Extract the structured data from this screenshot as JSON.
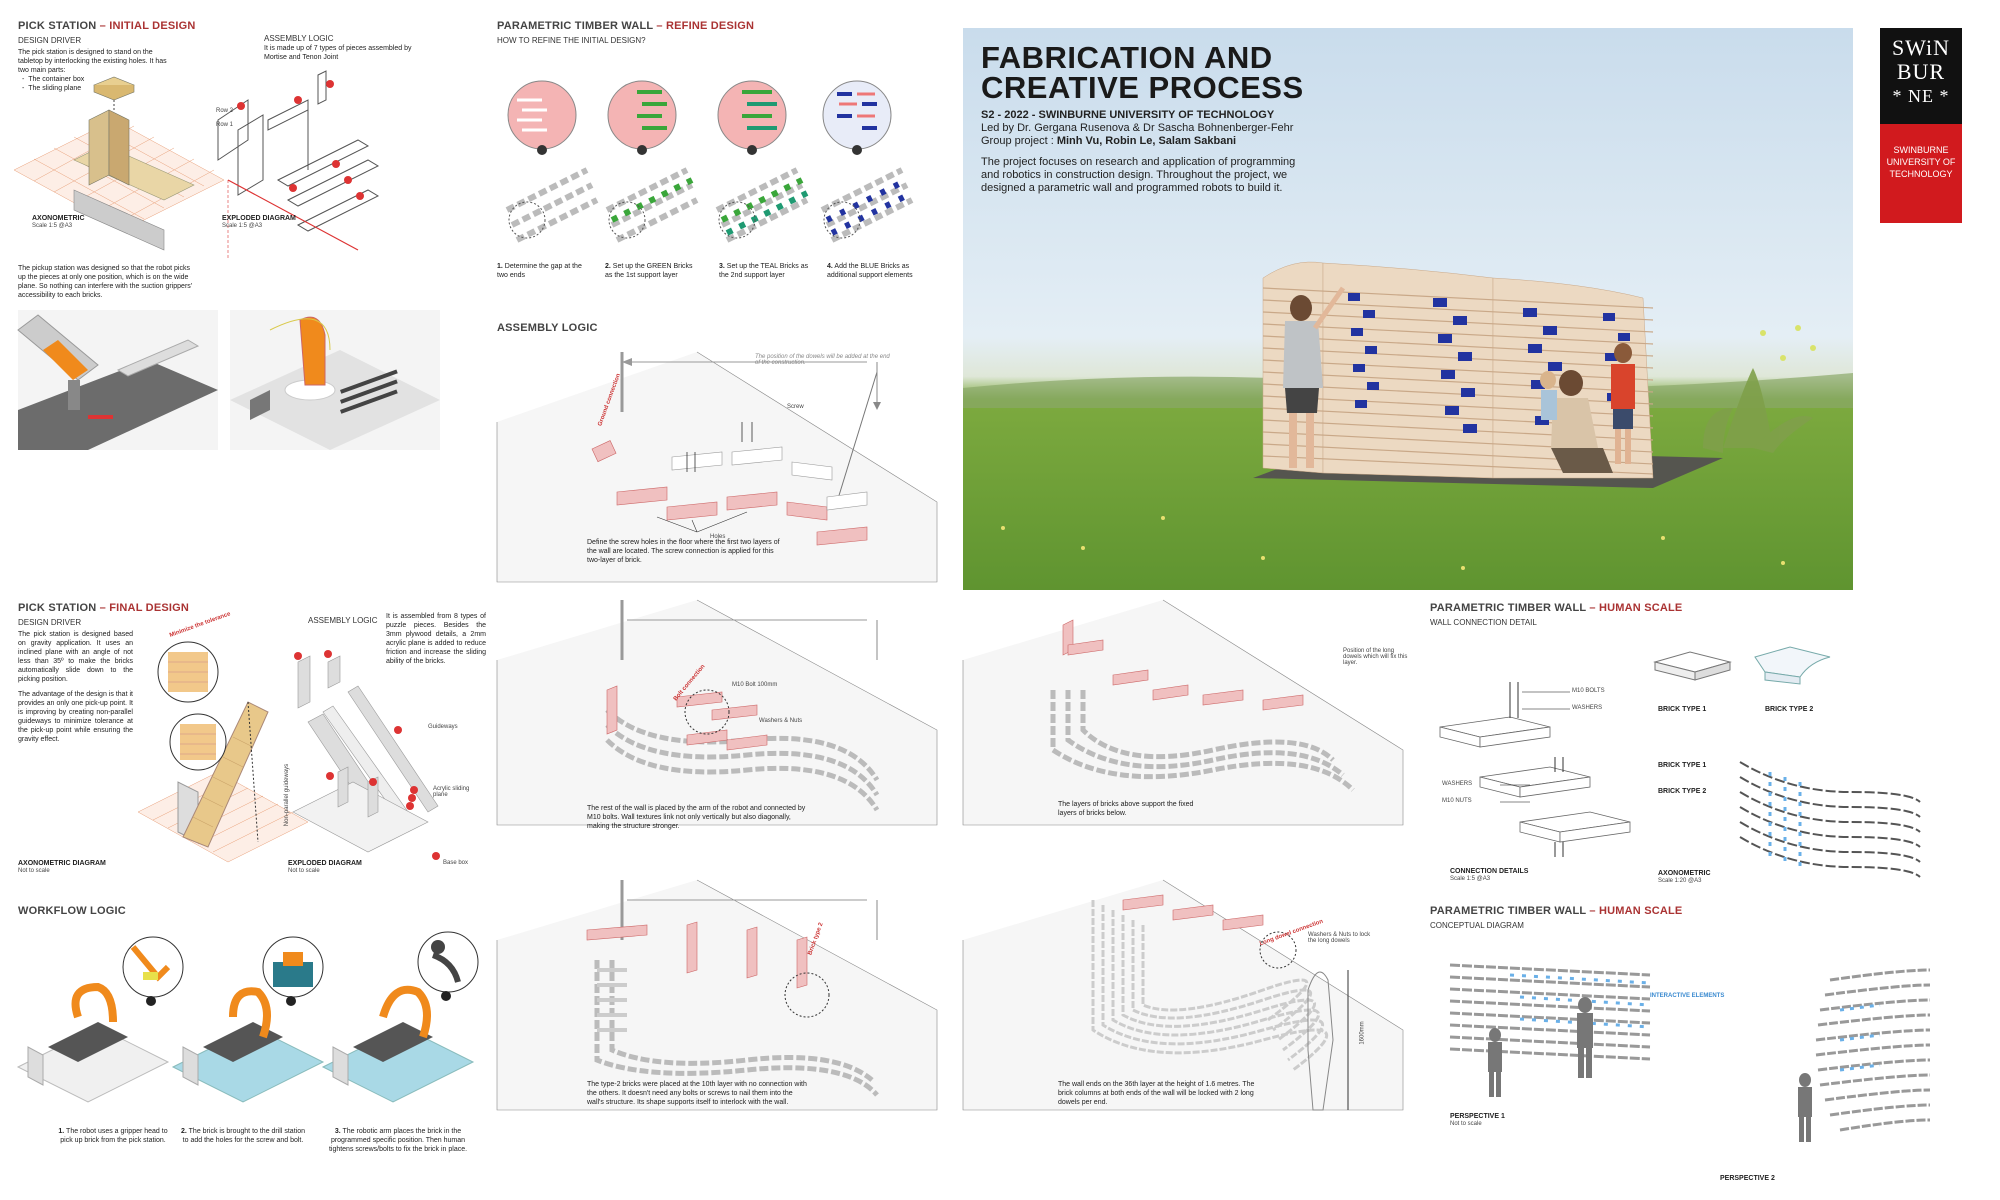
{
  "pick_initial": {
    "title": "PICK STATION",
    "title_accent": "– INITIAL DESIGN",
    "driver_label": "DESIGN DRIVER",
    "driver_text": "The pick station is designed to stand on the tabletop by interlocking the existing holes. It has two main parts:",
    "part1": "The container box",
    "part2": "The sliding plane",
    "assembly_label": "ASSEMBLY LOGIC",
    "assembly_text": "It is made up of 7 types of pieces assembled by Mortise and Tenon Joint",
    "row2": "Row 2",
    "row1": "Row 1",
    "axo_label": "AXONOMETRIC",
    "axo_scale": "Scale 1:5 @A3",
    "exploded_label": "EXPLODED DIAGRAM",
    "exploded_scale": "Scale 1:5 @A3",
    "pickup_text": "The pickup station was designed so that the robot picks up the pieces at only one position, which is on the wide plane. So nothing can interfere with the suction grippers' accessibility to each bricks."
  },
  "refine": {
    "title": "PARAMETRIC TIMBER WALL",
    "title_accent": "– REFINE DESIGN",
    "question": "HOW TO REFINE THE INITIAL DESIGN?",
    "steps": [
      {
        "num": "1.",
        "text": "Determine the gap at the two ends"
      },
      {
        "num": "2.",
        "text": "Set up the GREEN Bricks as the 1st support layer"
      },
      {
        "num": "3.",
        "text": "Set up the TEAL Bricks as the 2nd support layer"
      },
      {
        "num": "4.",
        "text": "Add the BLUE Bricks as additional support elements"
      }
    ]
  },
  "assembly": {
    "title": "ASSEMBLY LOGIC",
    "note": "The position of the dowels will be added at the end of the construction.",
    "ground_conn": "Ground connection",
    "screw": "Screw",
    "holes": "Holes",
    "caption": "Define the screw holes in the floor where the first two layers of the wall are located. The screw connection is applied for this two-layer of brick.",
    "caption2": "The rest of the wall is placed by the arm of the robot and connected by M10 bolts. Wall textures link not only vertically but also diagonally, making the structure stronger.",
    "m10": "M10 Bolt 100mm",
    "washers": "Washers & Nuts",
    "bolt_conn": "Bolt connection",
    "caption3": "The type-2 bricks were placed at the 10th layer with no connection with the others. It doesn't need any bolts or screws to nail them into the wall's structure. Its shape supports itself to interlock with the wall.",
    "brick_type2": "Brick type 2",
    "caption4": "The layers of bricks above support the fixed layers of bricks below.",
    "dowel_pos": "Position of the long dowels which will fix this layer.",
    "caption5": "The wall ends on the 36th layer at the height of 1.6 metres. The brick columns at both ends of the wall will be locked with 2 long dowels per end.",
    "long_dowel": "Long dowel connection",
    "washers_lock": "Washers & Nuts to lock the long dowels",
    "height": "1600mm"
  },
  "hero": {
    "title1": "FABRICATION AND",
    "title2": "CREATIVE PROCESS",
    "line1": "S2 - 2022 - SWINBURNE UNIVERSITY OF TECHNOLOGY",
    "line2": "Led by Dr. Gergana Rusenova & Dr Sascha Bohnenberger-Fehr",
    "line3_a": "Group project : ",
    "line3_b": "Minh Vu, Robin Le, Salam Sakbani",
    "desc": "The project focuses on research and application of programming and robotics in construction design. Throughout the project, we designed a parametric wall and programmed robots to build it."
  },
  "logo": {
    "l1": "SWiN",
    "l2": "BUR",
    "l3": "* NE *",
    "name1": "SWINBURNE",
    "name2": "UNIVERSITY OF",
    "name3": "TECHNOLOGY"
  },
  "pick_final": {
    "title": "PICK STATION",
    "title_accent": "– FINAL DESIGN",
    "driver_label": "DESIGN DRIVER",
    "driver_text": "The pick station is designed based on gravity application. It uses an inclined plane with an angle of not less than 35º to make the bricks automatically slide down to the picking position.",
    "adv_text": "The advantage of the design is that it provides an only one pick-up point. It is improving by creating non-parallel guideways to minimize tolerance at the pick-up point while ensuring the gravity effect.",
    "assembly_label": "ASSEMBLY LOGIC",
    "assembly_text": "It is assembled from 8 types of puzzle pieces. Besides the 3mm plywood details, a 2mm acrylic plane is added to reduce friction and increase the sliding ability of the bricks.",
    "minimize": "Minimize the tolerance",
    "guideways_anno": "Non-parallel guideways",
    "guideways": "Guideways",
    "acrylic": "Acrylic sliding plane",
    "basebox": "Base box",
    "axo_label": "AXONOMETRIC DIAGRAM",
    "axo_scale": "Not to scale",
    "exploded_label": "EXPLODED DIAGRAM",
    "exploded_scale": "Not to scale"
  },
  "workflow": {
    "title": "WORKFLOW LOGIC",
    "steps": [
      {
        "num": "1.",
        "text": "The robot uses a gripper head to pick up brick from the pick station."
      },
      {
        "num": "2.",
        "text": "The brick is brought to the drill station to add the holes for the screw and bolt."
      },
      {
        "num": "3.",
        "text": "The robotic arm places the brick in the programmed specific position. Then human tightens screws/bolts to fix the brick in place."
      }
    ]
  },
  "human1": {
    "title": "PARAMETRIC TIMBER WALL",
    "title_accent": "– HUMAN SCALE",
    "sub": "WALL CONNECTION DETAIL",
    "bt1": "BRICK TYPE 1",
    "bt2": "BRICK TYPE 2",
    "m10": "M10 BOLTS",
    "washers": "WASHERS",
    "washers2": "WASHERS",
    "m10nuts": "M10 NUTS",
    "conn_label": "CONNECTION DETAILS",
    "conn_scale": "Scale 1:5 @A3",
    "axo_bt1": "BRICK TYPE 1",
    "axo_bt2": "BRICK TYPE 2",
    "axo_label": "AXONOMETRIC",
    "axo_scale": "Scale 1:20 @A3"
  },
  "human2": {
    "title": "PARAMETRIC TIMBER WALL",
    "title_accent": "– HUMAN SCALE",
    "sub": "CONCEPTUAL DIAGRAM",
    "p1": "PERSPECTIVE 1",
    "p1_scale": "Not to scale",
    "interactive": "INTERACTIVE ELEMENTS",
    "p2": "PERSPECTIVE 2"
  },
  "colors": {
    "accent": "#b23a3a",
    "pink": "#f0b8b8",
    "orange": "#f08a1c",
    "green": "#3aa63a",
    "teal": "#1f9a72",
    "blue": "#2233a0",
    "red": "#d11a1e",
    "sky": "#bcd6ea",
    "grass": "#6ea33a"
  }
}
